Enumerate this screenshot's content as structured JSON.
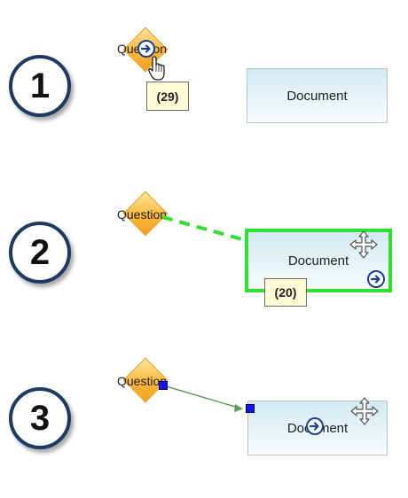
{
  "steps": [
    {
      "number": "1",
      "question_label": "Question",
      "document_label": "Document",
      "tooltip": "(29)"
    },
    {
      "number": "2",
      "question_label": "Question",
      "document_label": "Document",
      "tooltip": "(20)"
    },
    {
      "number": "3",
      "question_label": "Question",
      "document_label": "Document"
    }
  ],
  "colors": {
    "circle_border": "#1e3a64",
    "diamond_fill": "#f9b537",
    "document_fill": "#d3eaf2",
    "selection_green": "#2ee12e",
    "tooltip_fill": "#fffbd6",
    "arrow_icon_blue": "#1f3f92",
    "handle_blue": "#1515ee",
    "connector_green": "#5aa05a"
  }
}
